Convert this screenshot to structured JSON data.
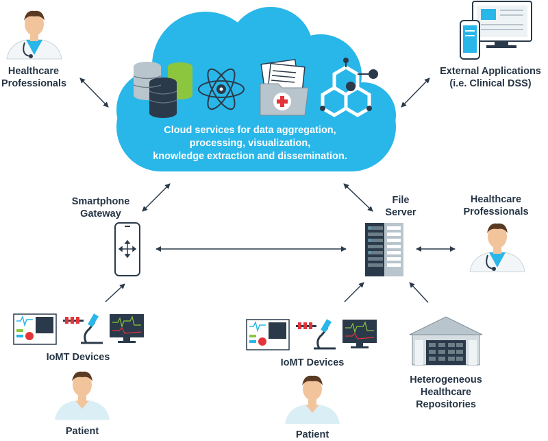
{
  "cloud": {
    "lines": [
      "Cloud services for data aggregation,",
      "processing, visualization,",
      "knowledge extraction and dissemination."
    ]
  },
  "nodes": {
    "healthcare_top_left": {
      "lines": [
        "Healthcare",
        "Professionals"
      ]
    },
    "external_apps": {
      "lines": [
        "External Applications",
        "(i.e. Clinical DSS)"
      ]
    },
    "smartphone_gateway": {
      "lines": [
        "Smartphone",
        "Gateway"
      ]
    },
    "file_server": {
      "lines": [
        "File",
        "Server"
      ]
    },
    "healthcare_right": {
      "lines": [
        "Healthcare",
        "Professionals"
      ]
    },
    "iomt_left": {
      "label": "IoMT Devices"
    },
    "iomt_center": {
      "label": "IoMT Devices"
    },
    "patient_left": {
      "label": "Patient"
    },
    "patient_center": {
      "label": "Patient"
    },
    "repositories": {
      "lines": [
        "Heterogeneous",
        "Healthcare",
        "Repositories"
      ]
    }
  },
  "colors": {
    "cloud": "#29b6e8",
    "text_dark": "#263545",
    "arrow": "#2b3a4a",
    "db_grey": "#b9c5cc",
    "db_green": "#8cc63f",
    "db_dark": "#2b3a4a",
    "scrub": "#d9eef5",
    "skin": "#f2c49b",
    "hair": "#5a3a22"
  }
}
